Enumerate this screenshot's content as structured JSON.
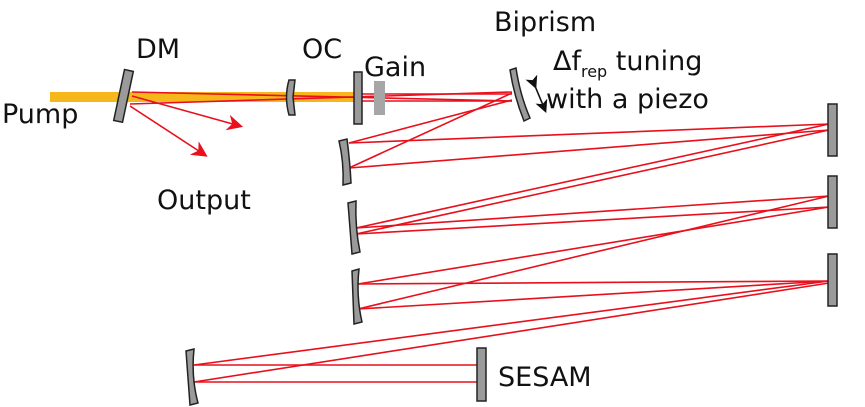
{
  "labels": {
    "dm": "DM",
    "oc": "OC",
    "gain": "Gain",
    "biprism": "Biprism",
    "tuning_delta": "Δf",
    "tuning_sub": "rep",
    "tuning_rest": " tuning",
    "piezo": "with a piezo",
    "pump": "Pump",
    "output": "Output",
    "sesam": "SESAM"
  },
  "colors": {
    "beam": "#e8101c",
    "pump": "#f5b71c",
    "mirror": "#9a9a9a",
    "gain": "#a6a6a6"
  }
}
